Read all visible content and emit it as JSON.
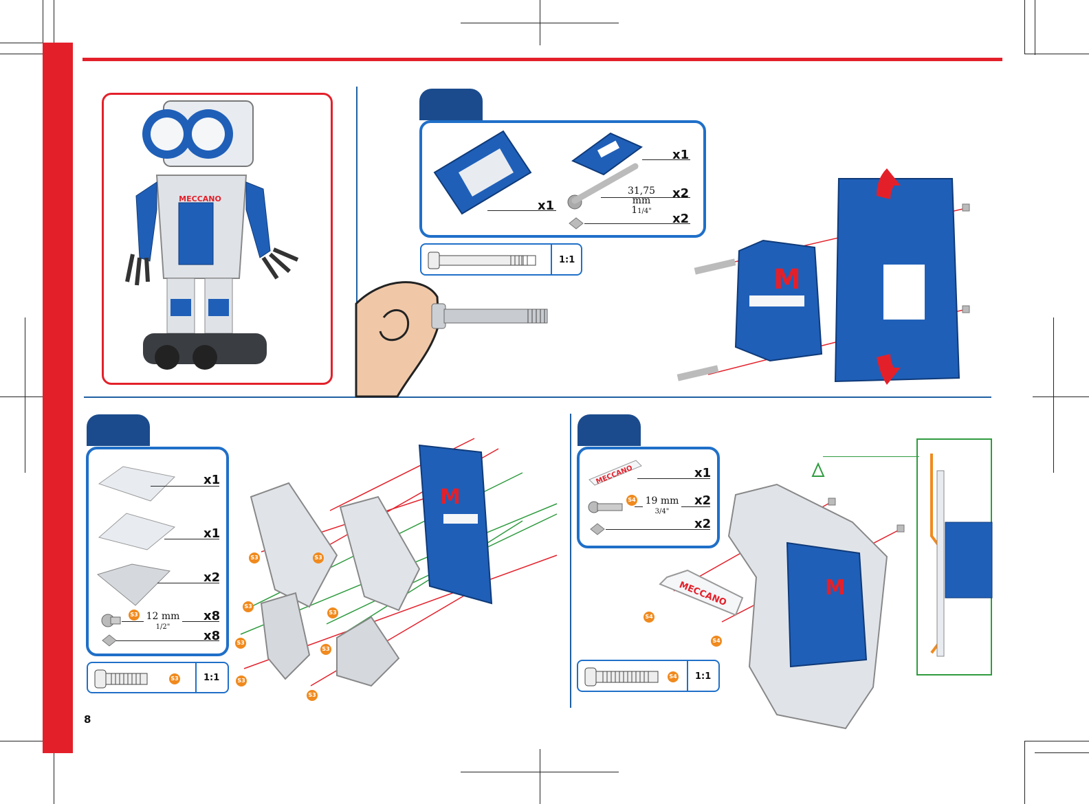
{
  "page": {
    "number": "8"
  },
  "colors": {
    "brand_red": "#e3202a",
    "step_blue": "#1b4b8c",
    "frame_blue": "#1f6fc8",
    "screw_badge_orange": "#f08a1e",
    "detail_green": "#2e9b3e"
  },
  "step_a": {
    "parts": [
      {
        "icon": "frame-bracket-icon",
        "qty": "x1"
      },
      {
        "icon": "control-module-icon",
        "qty": "x1"
      },
      {
        "icon": "long-screw-icon",
        "qty": "x2",
        "dim_mm": "31,75 mm",
        "dim_in_whole": "1",
        "dim_in_frac": "1/4\""
      },
      {
        "icon": "nut-icon",
        "qty": "x2"
      }
    ],
    "scale": "1:1"
  },
  "step_b": {
    "parts": [
      {
        "icon": "perforated-plate-icon",
        "qty": "x1"
      },
      {
        "icon": "perforated-plate-icon",
        "qty": "x1"
      },
      {
        "icon": "perforated-bracket-icon",
        "qty": "x2"
      },
      {
        "icon": "screw-icon",
        "badge": "S3",
        "qty": "x8",
        "dim_mm": "12 mm",
        "dim_in": "1/2\""
      },
      {
        "icon": "nut-icon",
        "qty": "x8"
      }
    ],
    "scale_badge": "S3",
    "scale": "1:1",
    "callouts": [
      "S3",
      "S3",
      "S3",
      "S3",
      "S3",
      "S3",
      "S3",
      "S3"
    ]
  },
  "step_c": {
    "parts": [
      {
        "icon": "meccano-nameplate-icon",
        "qty": "x1"
      },
      {
        "icon": "screw-icon",
        "badge": "S4",
        "qty": "x2",
        "dim_mm": "19 mm",
        "dim_in": "3/4\""
      },
      {
        "icon": "nut-icon",
        "qty": "x2"
      }
    ],
    "scale_badge": "S4",
    "scale": "1:1",
    "callouts": [
      "S4",
      "S4"
    ]
  },
  "brand_text": "MECCANO"
}
